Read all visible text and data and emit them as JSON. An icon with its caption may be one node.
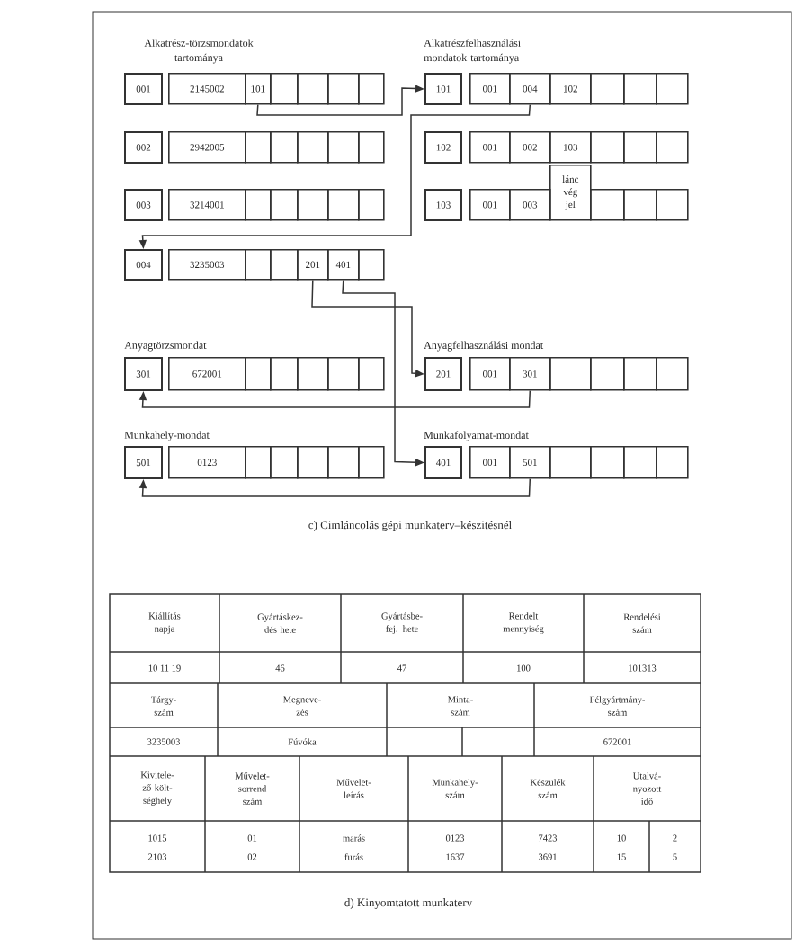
{
  "diagram": {
    "nodes": [
      {
        "text": [
          "001"
        ]
      },
      {
        "text": [
          "2145002"
        ]
      },
      {
        "text": [
          "101"
        ]
      },
      {
        "text": [],
        "shape": "box"
      },
      {
        "text": [],
        "shape": "box"
      },
      {
        "text": [],
        "shape": "box"
      },
      {
        "text": [],
        "shape": "box"
      },
      {
        "text": [
          "101"
        ]
      },
      {
        "text": [
          "001"
        ]
      },
      {
        "text": [
          "004"
        ]
      },
      {
        "text": [
          "102"
        ]
      },
      {
        "text": [],
        "shape": "box"
      },
      {
        "text": [],
        "shape": "box"
      },
      {
        "text": [],
        "shape": "box"
      },
      {
        "text": [
          "002"
        ]
      },
      {
        "text": [
          "2942005"
        ]
      },
      {
        "text": [],
        "shape": "box"
      },
      {
        "text": [],
        "shape": "box"
      },
      {
        "text": [],
        "shape": "box"
      },
      {
        "text": [],
        "shape": "box"
      },
      {
        "text": [],
        "shape": "box"
      },
      {
        "text": [
          "102"
        ]
      },
      {
        "text": [
          "001"
        ]
      },
      {
        "text": [
          "002"
        ]
      },
      {
        "text": [
          "103"
        ]
      },
      {
        "text": [],
        "shape": "box"
      },
      {
        "text": [],
        "shape": "box"
      },
      {
        "text": [],
        "shape": "box"
      },
      {
        "text": [
          "003"
        ]
      },
      {
        "text": [
          "3214001"
        ]
      },
      {
        "text": [],
        "shape": "box"
      },
      {
        "text": [],
        "shape": "box"
      },
      {
        "text": [],
        "shape": "box"
      },
      {
        "text": [],
        "shape": "box"
      },
      {
        "text": [],
        "shape": "box"
      },
      {
        "text": [
          "103"
        ]
      },
      {
        "text": [
          "001"
        ]
      },
      {
        "text": [
          "003"
        ]
      },
      {
        "text": [
          "lánc vég jel"
        ]
      },
      {
        "text": [],
        "shape": "box"
      },
      {
        "text": [],
        "shape": "box"
      },
      {
        "text": [],
        "shape": "box"
      },
      {
        "text": [
          "004"
        ]
      },
      {
        "text": [
          "3235003"
        ]
      },
      {
        "text": [],
        "shape": "box"
      },
      {
        "text": [],
        "shape": "box"
      },
      {
        "text": [
          "201"
        ]
      },
      {
        "text": [
          "401"
        ]
      },
      {
        "text": [],
        "shape": "box"
      },
      {
        "text": [
          "301"
        ]
      },
      {
        "text": [
          "672001"
        ]
      },
      {
        "text": [],
        "shape": "box"
      },
      {
        "text": [],
        "shape": "box"
      },
      {
        "text": [],
        "shape": "box"
      },
      {
        "text": [],
        "shape": "box"
      },
      {
        "text": [],
        "shape": "box"
      },
      {
        "text": [
          "201"
        ]
      },
      {
        "text": [
          "001"
        ]
      },
      {
        "text": [
          "301"
        ]
      },
      {
        "text": [],
        "shape": "box"
      },
      {
        "text": [],
        "shape": "box"
      },
      {
        "text": [],
        "shape": "box"
      },
      {
        "text": [],
        "shape": "box"
      },
      {
        "text": [
          "501"
        ]
      },
      {
        "text": [
          "0123"
        ]
      },
      {
        "text": [],
        "shape": "box"
      },
      {
        "text": [],
        "shape": "box"
      },
      {
        "text": [],
        "shape": "box"
      },
      {
        "text": [],
        "shape": "box"
      },
      {
        "text": [],
        "shape": "box"
      },
      {
        "text": [
          "401"
        ]
      },
      {
        "text": [
          "001"
        ]
      },
      {
        "text": [
          "501"
        ]
      },
      {
        "text": [],
        "shape": "box"
      },
      {
        "text": [],
        "shape": "box"
      },
      {
        "text": [],
        "shape": "box"
      },
      {
        "text": [],
        "shape": "box"
      }
    ],
    "edges": [
      {
        "from": 2,
        "to": 7,
        "arrow": "to"
      },
      {
        "from": 9,
        "to": 42,
        "arrow": "to"
      },
      {
        "from": 46,
        "to": 56,
        "arrow": "to"
      },
      {
        "from": 47,
        "to": 70,
        "arrow": "to"
      },
      {
        "from": 58,
        "to": 49,
        "arrow": "to"
      },
      {
        "from": 72,
        "to": 63,
        "arrow": "to"
      }
    ],
    "labels": [
      "Alkatrész-törzsmondatok tartománya",
      "Alkatrészfelhasználási mondatok tartománya",
      "Anyagtörzsmondat",
      "Anyagfelhasználási mondat",
      "Munkahely-mondat",
      "Munkafolyamat-mondat",
      "c) Cimláncolás gépi munkaterv–készitésnél",
      "Kiállítás napja",
      "Gyártáskez- dés hete",
      "Gyártásbe- fej. hete",
      "Rendelt mennyiség",
      "Rendelési szám",
      "10 11 19",
      "46",
      "47",
      "100",
      "101313",
      "Tárgy- szám",
      "Megneve- zés",
      "Minta- szám",
      "Félgyártmány- szám",
      "3235003",
      "Fúvóka",
      "672001",
      "Kivitele- ző költ- séghely",
      "Művelet- sorrend szám",
      "Művelet- leírás",
      "Munkahely- szám",
      "Készülék szám",
      "Utalvá- nyozott idő",
      "1015",
      "01",
      "marás",
      "0123",
      "7423",
      "10",
      "2",
      "2103",
      "02",
      "furás",
      "1637",
      "3691",
      "15",
      "5",
      "d) Kinyomtatott munkaterv"
    ]
  }
}
